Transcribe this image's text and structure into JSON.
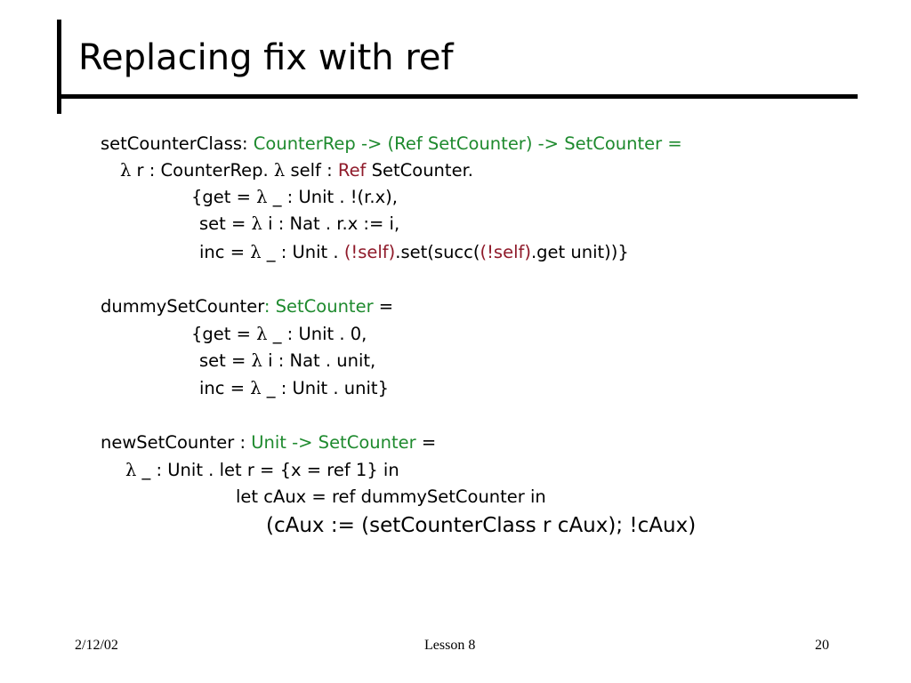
{
  "title": "Replacing fix with ref",
  "code": {
    "l1a": "setCounterClass: ",
    "l1b": "CounterRep -> (Ref SetCounter) -> SetCounter =",
    "l2a": "λ",
    "l2b": " r : CounterRep. ",
    "l2c": "λ",
    "l2d": " self : ",
    "l2e": "Ref",
    "l2f": " SetCounter.",
    "l3a": "{get = ",
    "l3b": "λ",
    "l3c": " _ : Unit . !(r.x),",
    "l4a": "set = ",
    "l4b": "λ",
    "l4c": " i : Nat . r.x := i,",
    "l5a": "inc = ",
    "l5b": "λ",
    "l5c": " _ : Unit . ",
    "l5d": "(!self)",
    "l5e": ".set(succ(",
    "l5f": "(!self)",
    "l5g": ".get unit))}",
    "l6a": "dummySetCounter",
    "l6b": ": SetCounter",
    "l6c": " =",
    "l7a": "{get = ",
    "l7b": "λ",
    "l7c": " _ : Unit . 0,",
    "l8a": "set = ",
    "l8b": "λ",
    "l8c": " i : Nat . unit,",
    "l9a": "inc = ",
    "l9b": "λ",
    "l9c": " _ : Unit . unit}",
    "l10a": "newSetCounter : ",
    "l10b": "Unit -> SetCounter",
    "l10c": " =",
    "l11a": "λ",
    "l11b": " _ : Unit . let r = {x = ref 1} in",
    "l12": "let cAux = ref dummySetCounter in",
    "l13": "(cAux := (setCounterClass r cAux); !cAux)"
  },
  "footer": {
    "date": "2/12/02",
    "lesson": "Lesson 8",
    "page": "20"
  },
  "colors": {
    "type_green": "#1e8a2e",
    "ref_red": "#8f1a2a"
  }
}
